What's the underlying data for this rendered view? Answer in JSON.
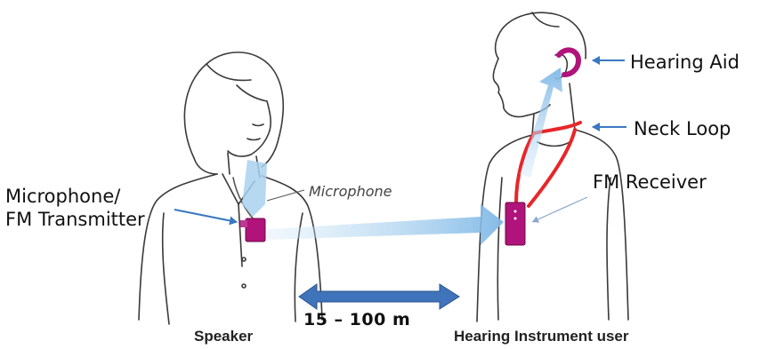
{
  "labels": {
    "microphone_transmitter_line1": "Microphone/",
    "microphone_transmitter_line2": "FM Transmitter",
    "microphone": "Microphone",
    "hearing_aid": "Hearing Aid",
    "neck_loop": "Neck Loop",
    "fm_receiver": "FM Receiver",
    "distance": "15 – 100 m",
    "speaker": "Speaker",
    "hearing_instrument_user": "Hearing Instrument user"
  },
  "colors": {
    "outline": "#3a3a3a",
    "device": "#b0137a",
    "neck_loop": "#e8262a",
    "signal": "#8fc3ea",
    "pointer_arrow": "#3a78c0",
    "distance_arrow": "#3f73ba"
  }
}
